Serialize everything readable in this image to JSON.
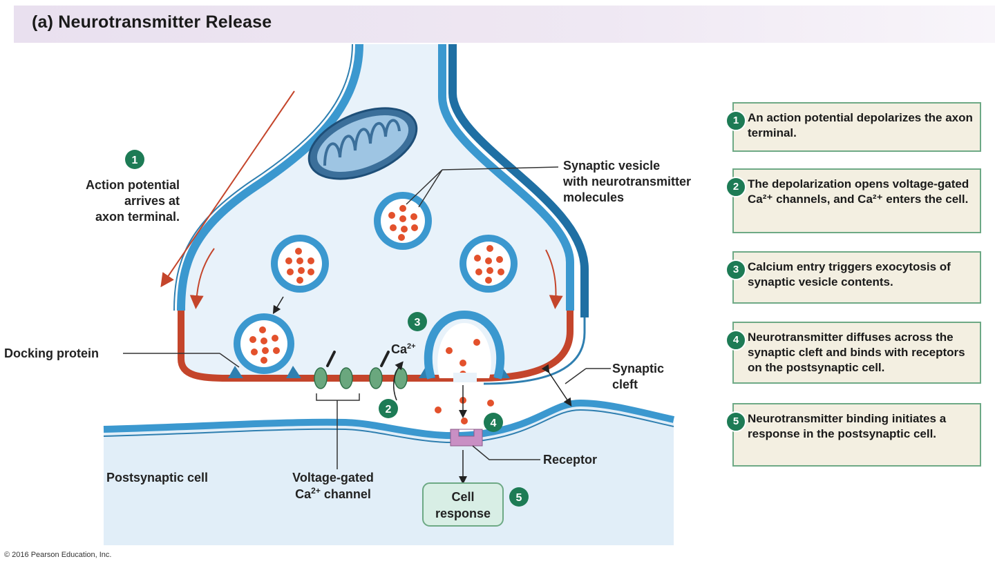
{
  "title": "(a) Neurotransmitter Release",
  "labels": {
    "action_potential": [
      "Action potential",
      "arrives at",
      "axon terminal."
    ],
    "synaptic_vesicle": [
      "Synaptic vesicle",
      "with neurotransmitter",
      "molecules"
    ],
    "docking_protein": "Docking protein",
    "ca_ion": "Ca",
    "ca_charge": "2+",
    "synaptic_cleft": [
      "Synaptic",
      "cleft"
    ],
    "receptor": "Receptor",
    "postsynaptic_cell": "Postsynaptic cell",
    "voltage_gated_line1": "Voltage-gated",
    "voltage_gated_line2_pre": "Ca",
    "voltage_gated_line2_sup": "2+",
    "voltage_gated_line2_post": " channel",
    "cell_response": [
      "Cell",
      "response"
    ]
  },
  "markers": {
    "m1": "1",
    "m2": "2",
    "m3": "3",
    "m4": "4",
    "m5": "5"
  },
  "steps": [
    {
      "num": "1",
      "text": "An action potential depolarizes the axon terminal."
    },
    {
      "num": "2",
      "text": "The depolarization opens voltage-gated Ca²⁺ channels, and Ca²⁺ enters the cell."
    },
    {
      "num": "3",
      "text": "Calcium entry triggers exocytosis of synaptic vesicle contents."
    },
    {
      "num": "4",
      "text": "Neurotransmitter diffuses across the synaptic cleft and binds with receptors on the postsynaptic cell."
    },
    {
      "num": "5",
      "text": "Neurotransmitter binding initiates a response in the postsynaptic cell."
    }
  ],
  "copyright": "© 2016 Pearson Education, Inc.",
  "colors": {
    "membrane_blue": "#3b98cf",
    "active_zone_red": "#c4452b",
    "marker_green": "#1d7b55",
    "vesicle_dot": "#e3512c",
    "receptor_pink": "#c98fc4",
    "channel_green": "#6aa77e"
  }
}
